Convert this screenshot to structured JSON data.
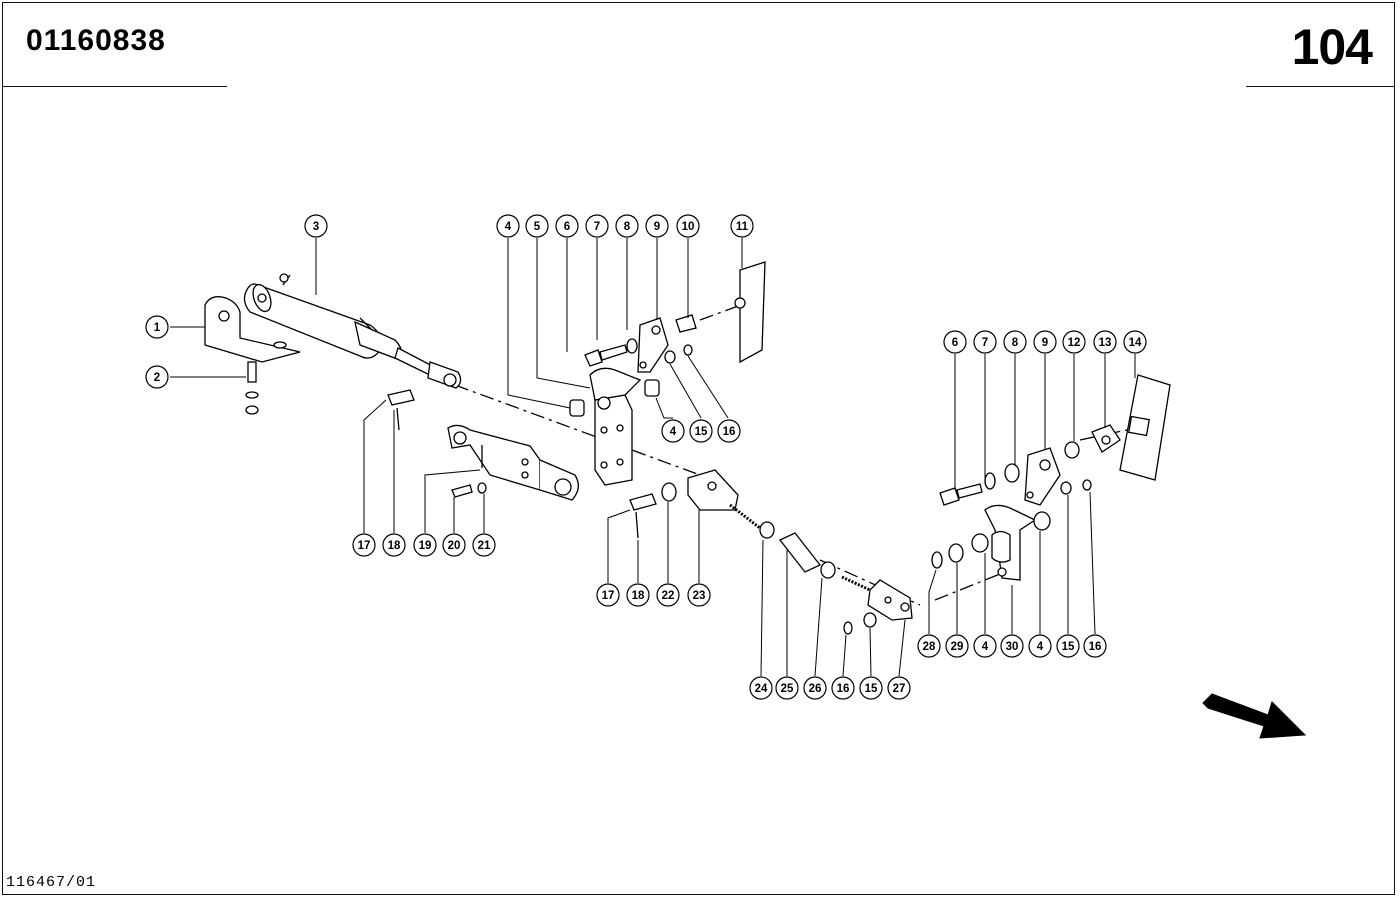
{
  "header": {
    "document_number": "01160838",
    "page_number": "104"
  },
  "footer": {
    "drawing_reference": "116467/01"
  },
  "callouts": [
    {
      "id": "c1",
      "label": "1"
    },
    {
      "id": "c2",
      "label": "2"
    },
    {
      "id": "c3",
      "label": "3"
    },
    {
      "id": "c4a",
      "label": "4"
    },
    {
      "id": "c5",
      "label": "5"
    },
    {
      "id": "c6a",
      "label": "6"
    },
    {
      "id": "c7a",
      "label": "7"
    },
    {
      "id": "c8a",
      "label": "8"
    },
    {
      "id": "c9a",
      "label": "9"
    },
    {
      "id": "c10",
      "label": "10"
    },
    {
      "id": "c11",
      "label": "11"
    },
    {
      "id": "c4b",
      "label": "4"
    },
    {
      "id": "c15a",
      "label": "15"
    },
    {
      "id": "c16a",
      "label": "16"
    },
    {
      "id": "c6b",
      "label": "6"
    },
    {
      "id": "c7b",
      "label": "7"
    },
    {
      "id": "c8b",
      "label": "8"
    },
    {
      "id": "c9b",
      "label": "9"
    },
    {
      "id": "c12",
      "label": "12"
    },
    {
      "id": "c13",
      "label": "13"
    },
    {
      "id": "c14",
      "label": "14"
    },
    {
      "id": "c17a",
      "label": "17"
    },
    {
      "id": "c18a",
      "label": "18"
    },
    {
      "id": "c19",
      "label": "19"
    },
    {
      "id": "c20",
      "label": "20"
    },
    {
      "id": "c21",
      "label": "21"
    },
    {
      "id": "c17b",
      "label": "17"
    },
    {
      "id": "c18b",
      "label": "18"
    },
    {
      "id": "c22",
      "label": "22"
    },
    {
      "id": "c23",
      "label": "23"
    },
    {
      "id": "c28",
      "label": "28"
    },
    {
      "id": "c29",
      "label": "29"
    },
    {
      "id": "c4c",
      "label": "4"
    },
    {
      "id": "c30",
      "label": "30"
    },
    {
      "id": "c4d",
      "label": "4"
    },
    {
      "id": "c15b",
      "label": "15"
    },
    {
      "id": "c16b",
      "label": "16"
    },
    {
      "id": "c24",
      "label": "24"
    },
    {
      "id": "c25",
      "label": "25"
    },
    {
      "id": "c26",
      "label": "26"
    },
    {
      "id": "c16c",
      "label": "16"
    },
    {
      "id": "c15c",
      "label": "15"
    },
    {
      "id": "c27",
      "label": "27"
    }
  ],
  "icons": {
    "direction_arrow": "direction-arrow-icon"
  }
}
